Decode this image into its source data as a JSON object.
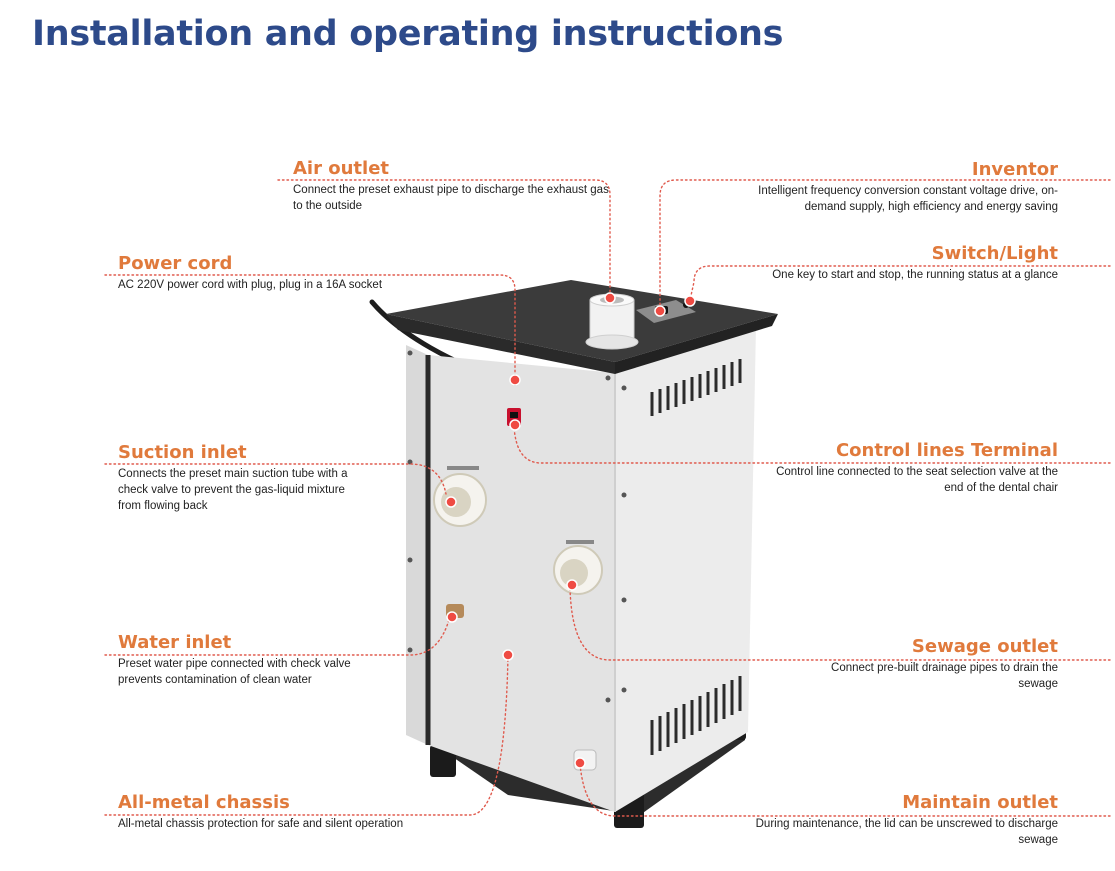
{
  "title": "Installation and operating instructions",
  "accent_color": "#e07a3c",
  "title_color": "#2d4a8a",
  "callouts": {
    "air_outlet": {
      "heading": "Air outlet",
      "desc": "Connect the preset exhaust pipe to discharge the exhaust gas to the outside"
    },
    "inventor": {
      "heading": "Inventor",
      "desc": "Intelligent frequency conversion constant voltage drive, on-demand supply, high efficiency and energy saving"
    },
    "switch_light": {
      "heading": "Switch/Light",
      "desc": "One key to start and stop, the running status at a glance"
    },
    "power_cord": {
      "heading": "Power cord",
      "desc": "AC 220V power cord with plug, plug in a 16A socket"
    },
    "suction_inlet": {
      "heading": "Suction inlet",
      "desc": "Connects the preset main suction tube with a check valve to prevent the gas-liquid mixture from flowing back"
    },
    "control_lines": {
      "heading": "Control lines Terminal",
      "desc": "Control line connected to the seat selection valve at the end of the dental chair"
    },
    "water_inlet": {
      "heading": "Water inlet",
      "desc": "Preset water pipe connected with check valve prevents contamination of clean water"
    },
    "sewage_outlet": {
      "heading": "Sewage outlet",
      "desc": "Connect pre-built drainage pipes to drain the sewage"
    },
    "chassis": {
      "heading": "All-metal chassis",
      "desc": "All-metal chassis protection for safe and silent operation"
    },
    "maintain_outlet": {
      "heading": "Maintain outlet",
      "desc": "During maintenance, the lid can be unscrewed to discharge sewage"
    }
  }
}
